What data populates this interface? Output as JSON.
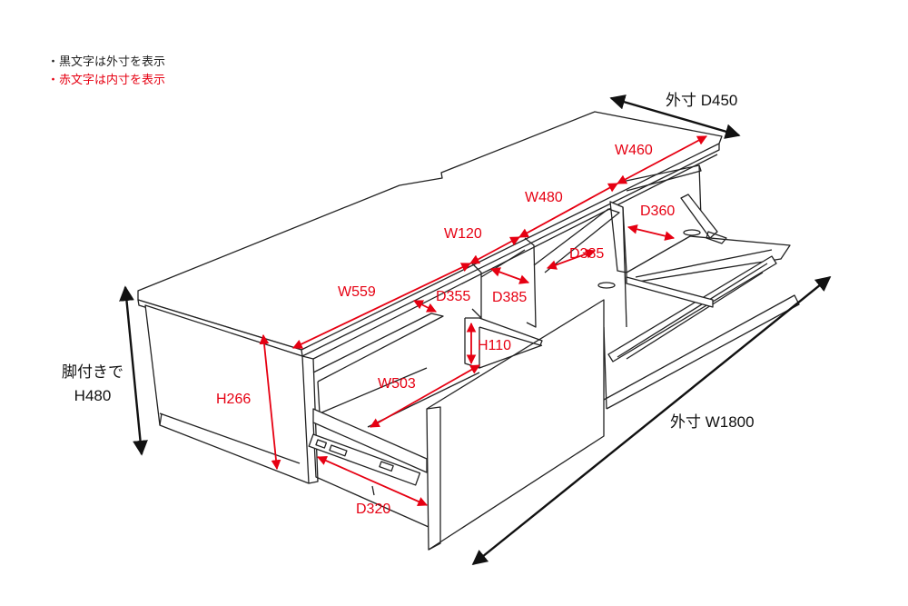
{
  "colors": {
    "outline": "#222222",
    "red": "#e60012",
    "text": "#111111"
  },
  "legend": {
    "black_note": "・黒文字は外寸を表示",
    "red_note": "・赤文字は内寸を表示"
  },
  "outer": {
    "depth": "外寸 D450",
    "width": "外寸 W1800",
    "height_line1": "脚付きで",
    "height_line2": "H480"
  },
  "inner": {
    "w460": "W460",
    "w480": "W480",
    "w120": "W120",
    "w559": "W559",
    "w503": "W503",
    "d360": "D360",
    "d385_right": "D385",
    "d385_center": "D385",
    "d355": "D355",
    "d320": "D320",
    "h110": "H110",
    "h266": "H266"
  }
}
